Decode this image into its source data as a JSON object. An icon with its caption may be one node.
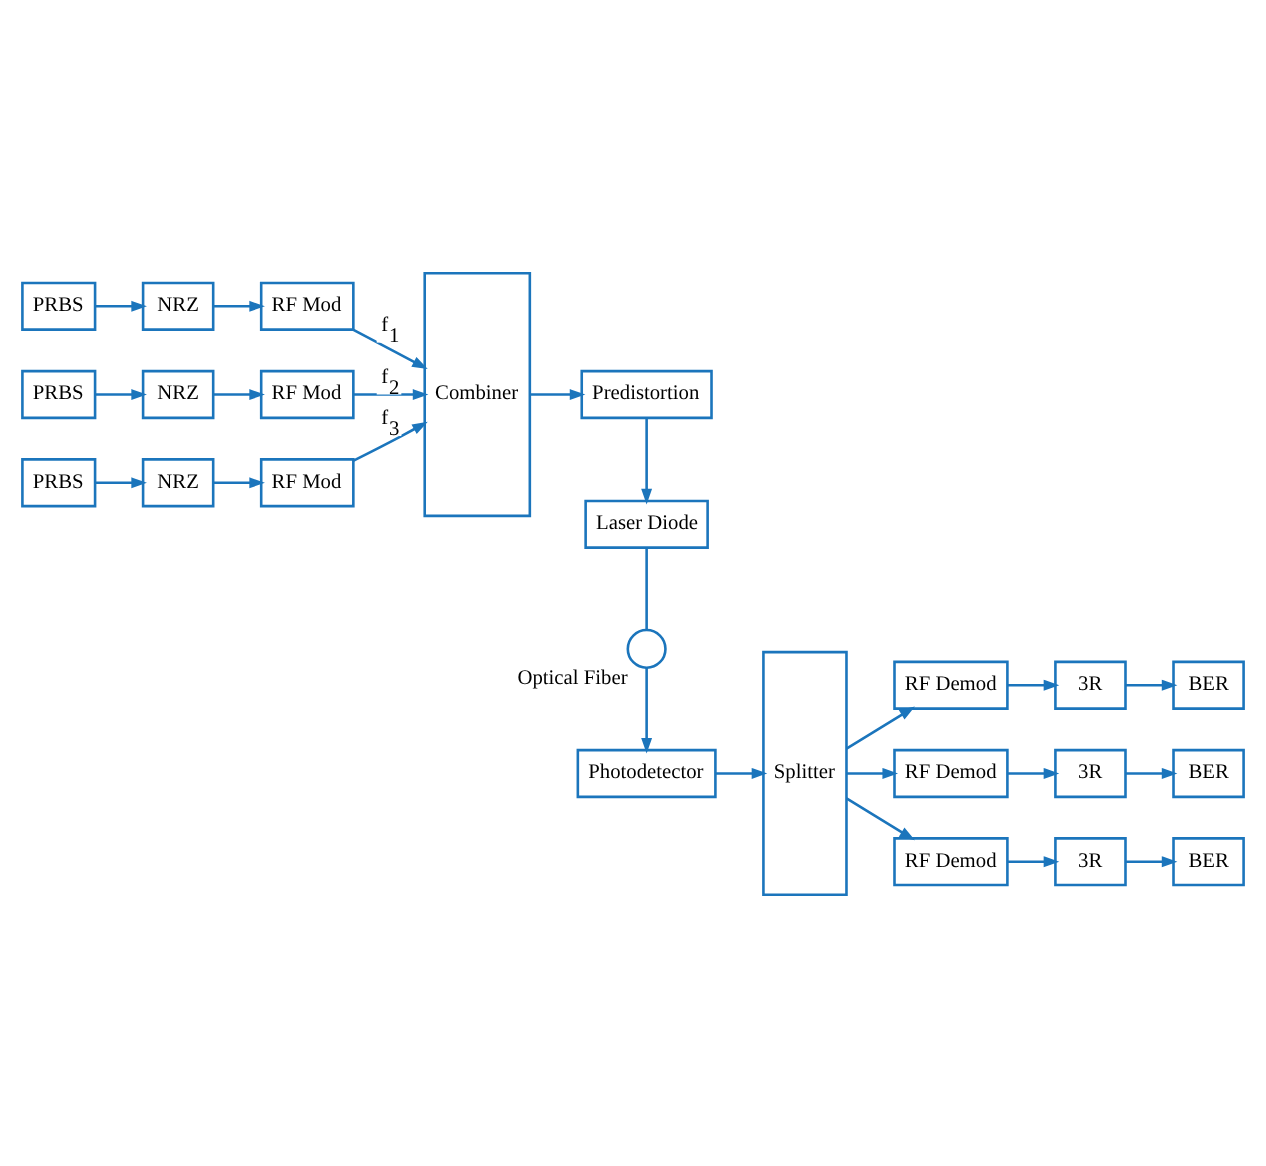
{
  "diagram": {
    "nodes": [
      {
        "text": [
          "PRBS"
        ]
      },
      {
        "text": [
          "NRZ"
        ]
      },
      {
        "text": [
          "RF Mod"
        ]
      },
      {
        "text": [
          "PRBS"
        ]
      },
      {
        "text": [
          "NRZ"
        ]
      },
      {
        "text": [
          "RF Mod"
        ]
      },
      {
        "text": [
          "PRBS"
        ]
      },
      {
        "text": [
          "NRZ"
        ]
      },
      {
        "text": [
          "RF Mod"
        ]
      },
      {
        "text": [
          "Combiner"
        ]
      },
      {
        "text": [
          "Predistortion"
        ]
      },
      {
        "text": [
          "Laser Diode"
        ]
      },
      {
        "text": [],
        "shape": "circle",
        "beside": [
          "Optical Fiber"
        ]
      },
      {
        "text": [
          "Photodetector"
        ]
      },
      {
        "text": [
          "Splitter"
        ]
      },
      {
        "text": [
          "RF Demod"
        ]
      },
      {
        "text": [
          "3R"
        ]
      },
      {
        "text": [
          "BER"
        ]
      },
      {
        "text": [
          "RF Demod"
        ]
      },
      {
        "text": [
          "3R"
        ]
      },
      {
        "text": [
          "BER"
        ]
      },
      {
        "text": [
          "RF Demod"
        ]
      },
      {
        "text": [
          "3R"
        ]
      },
      {
        "text": [
          "BER"
        ]
      }
    ],
    "edges": [
      {
        "from": 0,
        "to": 1,
        "arrow": "to"
      },
      {
        "from": 1,
        "to": 2,
        "arrow": "to"
      },
      {
        "from": 2,
        "to": 9,
        "arrow": "to",
        "label": "f$_{1}$"
      },
      {
        "from": 3,
        "to": 4,
        "arrow": "to"
      },
      {
        "from": 4,
        "to": 5,
        "arrow": "to"
      },
      {
        "from": 5,
        "to": 9,
        "arrow": "to",
        "label": "f$_{2}$"
      },
      {
        "from": 6,
        "to": 7,
        "arrow": "to"
      },
      {
        "from": 7,
        "to": 8,
        "arrow": "to"
      },
      {
        "from": 8,
        "to": 9,
        "arrow": "to",
        "label": "f$_{3}$"
      },
      {
        "from": 9,
        "to": 10,
        "arrow": "to"
      },
      {
        "from": 10,
        "to": 11,
        "arrow": "to"
      },
      {
        "from": 11,
        "to": 12,
        "arrow": "none"
      },
      {
        "from": 12,
        "to": 13,
        "arrow": "to"
      },
      {
        "from": 13,
        "to": 14,
        "arrow": "to"
      },
      {
        "from": 14,
        "to": 15,
        "arrow": "to"
      },
      {
        "from": 15,
        "to": 16,
        "arrow": "to"
      },
      {
        "from": 16,
        "to": 17,
        "arrow": "to"
      },
      {
        "from": 14,
        "to": 18,
        "arrow": "to"
      },
      {
        "from": 18,
        "to": 19,
        "arrow": "to"
      },
      {
        "from": 19,
        "to": 20,
        "arrow": "to"
      },
      {
        "from": 14,
        "to": 21,
        "arrow": "to"
      },
      {
        "from": 21,
        "to": 22,
        "arrow": "to"
      },
      {
        "from": 22,
        "to": 23,
        "arrow": "to"
      }
    ]
  }
}
